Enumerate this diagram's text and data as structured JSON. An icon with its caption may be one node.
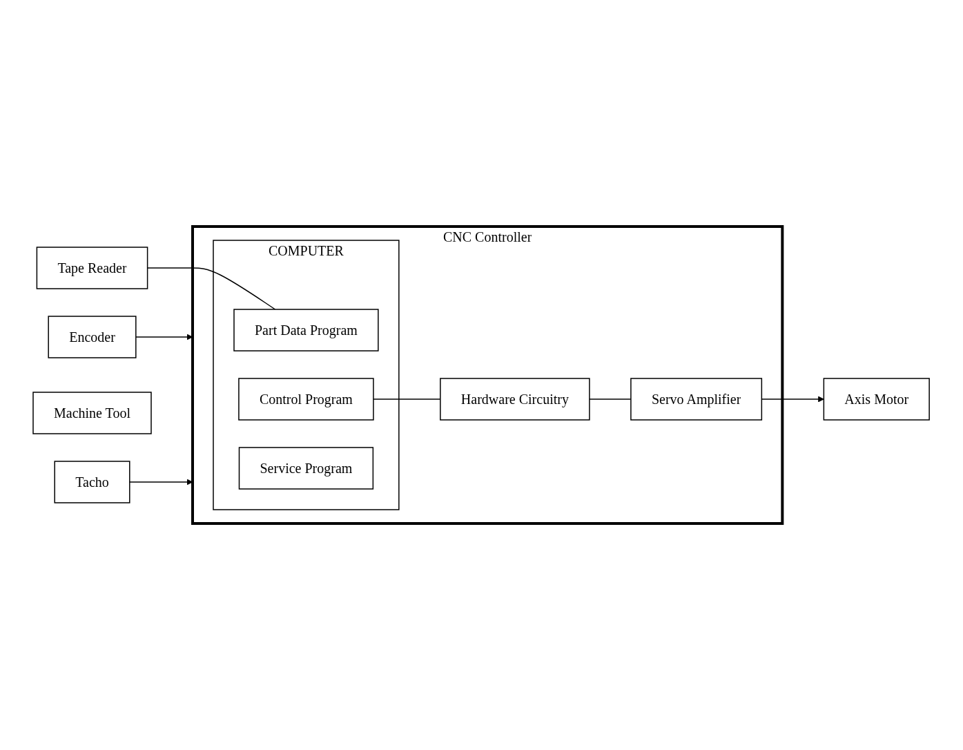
{
  "diagram": {
    "nodes": [
      {
        "text": [
          "CNC Controller"
        ]
      },
      {
        "text": [
          "Tape Reader"
        ]
      },
      {
        "text": [
          "COMPUTER"
        ],
        "in": 0
      },
      {
        "text": [
          "Part Data Program"
        ],
        "in": 2
      },
      {
        "text": [
          "Control Program"
        ],
        "in": 2
      },
      {
        "text": [
          "Service Program"
        ],
        "in": 2
      },
      {
        "text": [
          "Hardware Circuitry"
        ],
        "in": 0
      },
      {
        "text": [
          "Servo Amplifier"
        ],
        "in": 0
      },
      {
        "text": [
          "Encoder"
        ]
      },
      {
        "text": [
          "Machine Tool"
        ]
      },
      {
        "text": [
          "Tacho"
        ]
      },
      {
        "text": [
          "Axis Motor"
        ]
      }
    ],
    "edges": [
      {
        "from": 1,
        "to": 3,
        "arrow": "none"
      },
      {
        "from": 4,
        "to": 6,
        "arrow": "none"
      },
      {
        "from": 6,
        "to": 7,
        "arrow": "none"
      },
      {
        "from": 7,
        "to": 11,
        "arrow": "to"
      },
      {
        "from": 8,
        "to": 0,
        "arrow": "to"
      },
      {
        "from": 10,
        "to": 0,
        "arrow": "to"
      }
    ]
  }
}
